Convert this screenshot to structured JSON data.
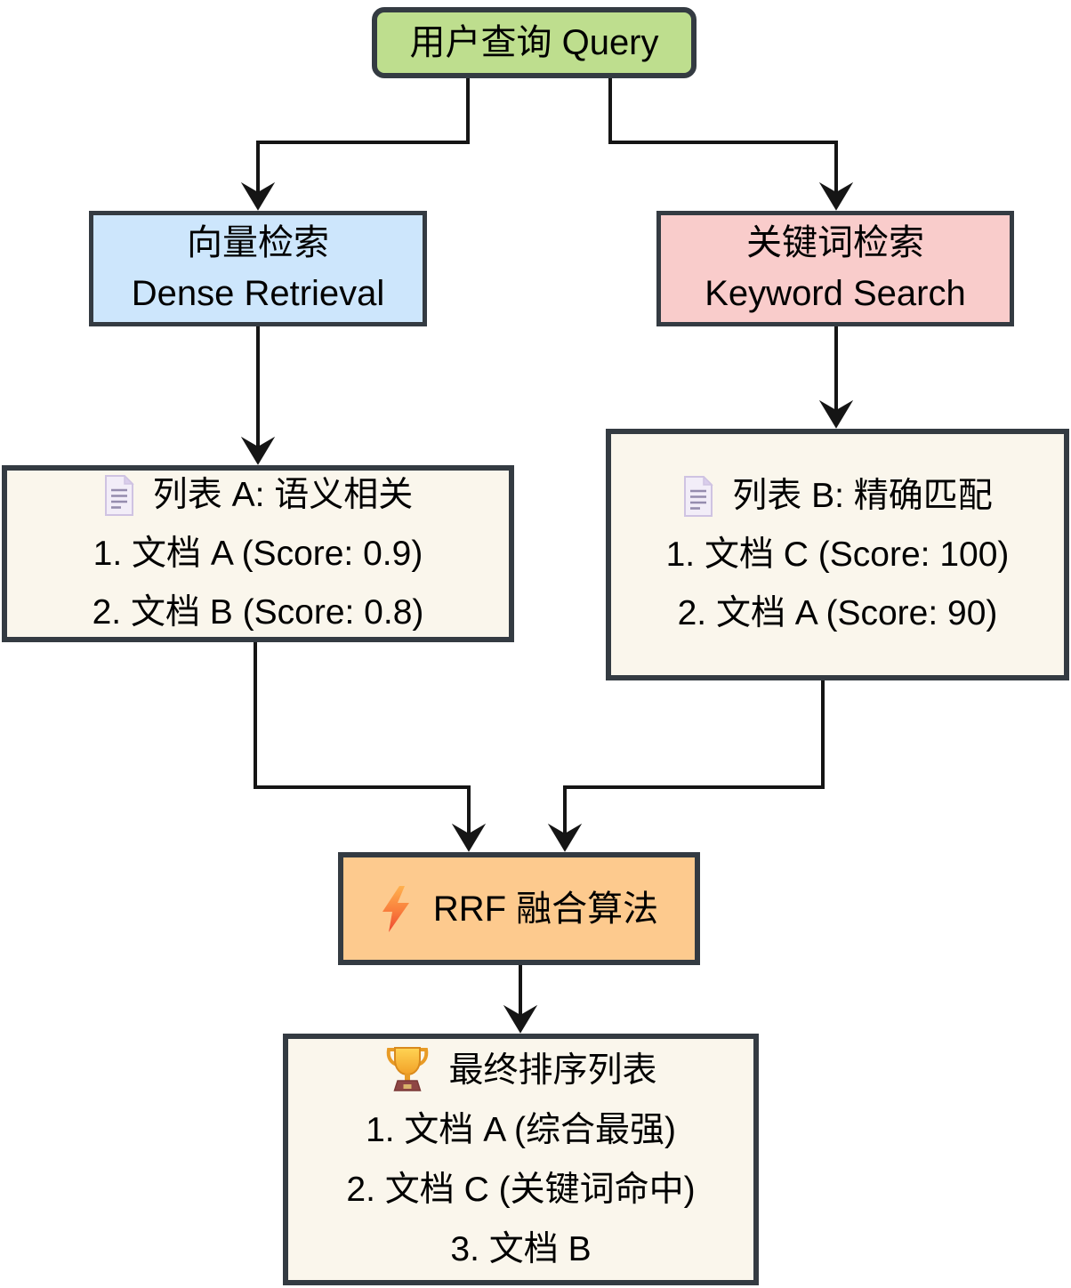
{
  "diagram": {
    "type": "flowchart",
    "background": "#ffffff",
    "colors": {
      "node_border": "#343b42",
      "edge_line": "#151515",
      "text": "#000000",
      "query_fill": "#bede8e",
      "dense_fill": "#cde6fc",
      "keyword_fill": "#f9cccb",
      "list_fill": "#faf6ec",
      "rrf_fill": "#fdca8e"
    },
    "nodes": {
      "query": {
        "label": "用户查询 Query",
        "fill": "#bede8e"
      },
      "dense": {
        "label_zh": "向量检索",
        "label_en": "Dense Retrieval",
        "fill": "#cde6fc"
      },
      "keyword": {
        "label_zh": "关键词检索",
        "label_en": "Keyword Search",
        "fill": "#f9cccb"
      },
      "list_a": {
        "icon": "document-icon",
        "title": "列表 A: 语义相关",
        "items": [
          "1. 文档 A (Score: 0.9)",
          "2. 文档 B (Score: 0.8)"
        ],
        "fill": "#faf6ec"
      },
      "list_b": {
        "icon": "document-icon",
        "title": "列表 B: 精确匹配",
        "items": [
          "1. 文档 C (Score: 100)",
          "2. 文档 A (Score: 90)"
        ],
        "fill": "#faf6ec"
      },
      "rrf": {
        "icon": "lightning-icon",
        "label": "RRF 融合算法",
        "fill": "#fdca8e"
      },
      "final": {
        "icon": "trophy-icon",
        "title": "最终排序列表",
        "items": [
          "1. 文档 A (综合最强)",
          "2. 文档 C (关键词命中)",
          "3. 文档 B"
        ],
        "fill": "#faf6ec"
      }
    },
    "edges": [
      {
        "from": "query",
        "to": "dense"
      },
      {
        "from": "query",
        "to": "keyword"
      },
      {
        "from": "dense",
        "to": "list_a"
      },
      {
        "from": "keyword",
        "to": "list_b"
      },
      {
        "from": "list_a",
        "to": "rrf"
      },
      {
        "from": "list_b",
        "to": "rrf"
      },
      {
        "from": "rrf",
        "to": "final"
      }
    ]
  }
}
